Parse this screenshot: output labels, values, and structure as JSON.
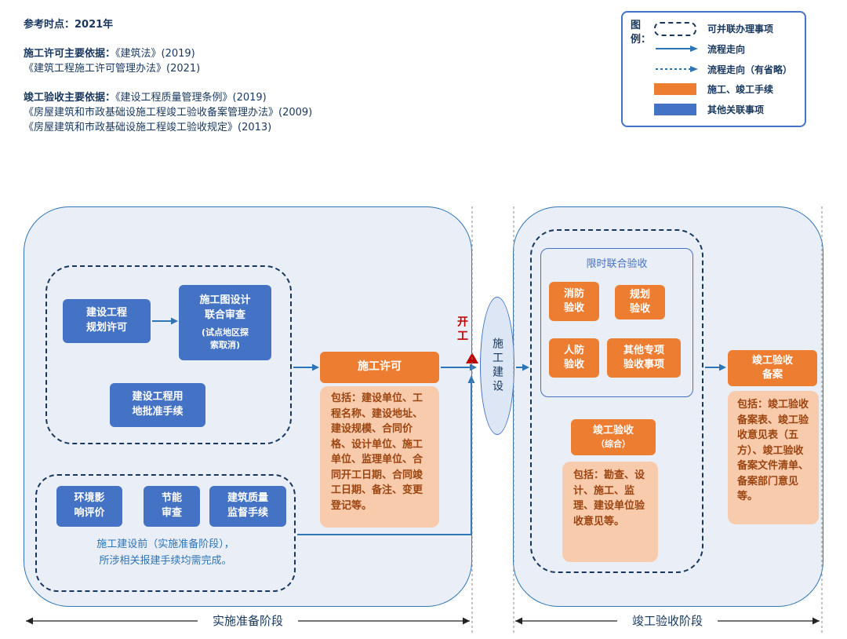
{
  "header": {
    "reference": "参考时点：2021年",
    "permit_label": "施工许可主要依据：",
    "permit_ref1": "《建筑法》(2019)",
    "permit_ref2": "《建筑工程施工许可管理办法》(2021)",
    "acceptance_label": "竣工验收主要依据：",
    "acceptance_ref1": "《建设工程质量管理条例》(2019)",
    "acceptance_ref2": "《房屋建筑和市政基础设施工程竣工验收备案管理办法》(2009)",
    "acceptance_ref3": "《房屋建筑和市政基础设施工程竣工验收规定》(2013)"
  },
  "legend": {
    "title": "图例：",
    "items": [
      {
        "icon": "dashed-rounded-rect",
        "label": "可并联办理事项"
      },
      {
        "icon": "solid-arrow",
        "label": "流程走向"
      },
      {
        "icon": "dotted-arrow",
        "label": "流程走向（有省略）"
      },
      {
        "icon": "orange-rect",
        "label": "施工、竣工手续"
      },
      {
        "icon": "blue-rect",
        "label": "其他关联事项"
      }
    ]
  },
  "prep_stage": {
    "stage_label": "实施准备阶段",
    "planning_permit": "建设工程规划许可",
    "drawing_review": "施工图设计联合审查",
    "drawing_review_note": "(试点地区探索取消)",
    "land_approval": "建设工程用地批准手续",
    "construction_permit": "施工许可",
    "permit_includes": "包括：建设单位、工程名称、建设地址、建设规模、合同价格、设计单位、施工单位、监理单位、合同开工日期、合同竣工日期、备注、变更登记等。",
    "env_impact": "环境影响评价",
    "energy_review": "节能审查",
    "quality_supervision": "建筑质量监督手续",
    "pre_note_line1": "施工建设前（实施准备阶段），",
    "pre_note_line2": "所涉相关报建手续均需完成。"
  },
  "middle": {
    "start": "开工",
    "construction": "施工建设"
  },
  "acceptance_stage": {
    "stage_label": "竣工验收阶段",
    "joint_title": "限时联合验收",
    "fire": "消防验收",
    "planning": "规划验收",
    "civil_defense": "人防验收",
    "other_special": "其他专项验收事项",
    "final_acceptance": "竣工验收",
    "final_acceptance_sub": "（综合）",
    "acceptance_includes": "包括：勘查、设计、施工、监理、建设单位验收意见等。",
    "filing": "竣工验收备案",
    "filing_includes": "包括：竣工验收备案表、竣工验收意见表（五方）、竣工验收备案文件清单、备案部门意见等。"
  },
  "colors": {
    "navy_text": "#17375E",
    "blue_box": "#4472C4",
    "orange_box": "#ED7D31",
    "callout_bg": "#F8CBAD",
    "callout_text": "#9C4511",
    "arrow_blue": "#2E75B6",
    "start_red": "#C00000",
    "stage_bg": "#E9EEF7"
  }
}
